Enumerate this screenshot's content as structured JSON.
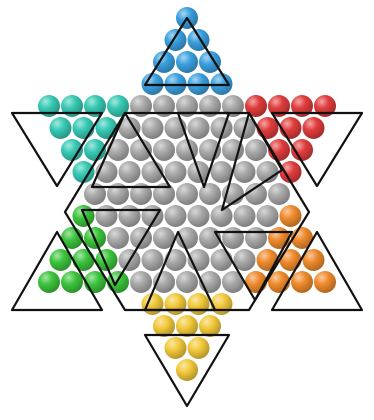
{
  "board": {
    "kind": "star-halma",
    "rows": [
      {
        "cells": [
          {
            "color": "blue"
          }
        ]
      },
      {
        "cells": [
          {
            "color": "blue"
          },
          {
            "color": "blue"
          }
        ]
      },
      {
        "cells": [
          {
            "color": "blue"
          },
          {
            "color": "blue"
          },
          {
            "color": "blue"
          }
        ]
      },
      {
        "cells": [
          {
            "color": "blue"
          },
          {
            "color": "blue"
          },
          {
            "color": "blue"
          },
          {
            "color": "blue"
          }
        ]
      },
      {
        "cells": [
          {
            "color": "teal"
          },
          {
            "color": "teal"
          },
          {
            "color": "teal"
          },
          {
            "color": "teal"
          },
          {
            "color": "grey"
          },
          {
            "color": "grey"
          },
          {
            "color": "grey"
          },
          {
            "color": "grey"
          },
          {
            "color": "grey"
          },
          {
            "color": "red"
          },
          {
            "color": "red"
          },
          {
            "color": "red"
          },
          {
            "color": "red"
          }
        ]
      },
      {
        "cells": [
          {
            "color": "teal"
          },
          {
            "color": "teal"
          },
          {
            "color": "teal"
          },
          {
            "color": "grey"
          },
          {
            "color": "grey"
          },
          {
            "color": "grey"
          },
          {
            "color": "grey"
          },
          {
            "color": "grey"
          },
          {
            "color": "grey"
          },
          {
            "color": "red"
          },
          {
            "color": "red"
          },
          {
            "color": "red"
          }
        ]
      },
      {
        "cells": [
          {
            "color": "teal"
          },
          {
            "color": "teal"
          },
          {
            "color": "grey"
          },
          {
            "color": "grey"
          },
          {
            "color": "grey"
          },
          {
            "color": "grey"
          },
          {
            "color": "grey"
          },
          {
            "color": "grey"
          },
          {
            "color": "grey"
          },
          {
            "color": "red"
          },
          {
            "color": "red"
          }
        ]
      },
      {
        "cells": [
          {
            "color": "teal"
          },
          {
            "color": "grey"
          },
          {
            "color": "grey"
          },
          {
            "color": "grey"
          },
          {
            "color": "grey"
          },
          {
            "color": "grey"
          },
          {
            "color": "grey"
          },
          {
            "color": "grey"
          },
          {
            "color": "grey"
          },
          {
            "color": "red"
          }
        ]
      },
      {
        "cells": [
          {
            "color": "grey"
          },
          {
            "color": "grey"
          },
          {
            "color": "grey"
          },
          {
            "color": "grey"
          },
          {
            "color": "grey"
          },
          {
            "color": "grey"
          },
          {
            "color": "grey"
          },
          {
            "color": "grey"
          },
          {
            "color": "grey"
          }
        ]
      },
      {
        "cells": [
          {
            "color": "green"
          },
          {
            "color": "grey"
          },
          {
            "color": "grey"
          },
          {
            "color": "grey"
          },
          {
            "color": "grey"
          },
          {
            "color": "grey"
          },
          {
            "color": "grey"
          },
          {
            "color": "grey"
          },
          {
            "color": "grey"
          },
          {
            "color": "orange"
          }
        ]
      },
      {
        "cells": [
          {
            "color": "green"
          },
          {
            "color": "green"
          },
          {
            "color": "grey"
          },
          {
            "color": "grey"
          },
          {
            "color": "grey"
          },
          {
            "color": "grey"
          },
          {
            "color": "grey"
          },
          {
            "color": "grey"
          },
          {
            "color": "grey"
          },
          {
            "color": "orange"
          },
          {
            "color": "orange"
          }
        ]
      },
      {
        "cells": [
          {
            "color": "green"
          },
          {
            "color": "green"
          },
          {
            "color": "green"
          },
          {
            "color": "grey"
          },
          {
            "color": "grey"
          },
          {
            "color": "grey"
          },
          {
            "color": "grey"
          },
          {
            "color": "grey"
          },
          {
            "color": "grey"
          },
          {
            "color": "orange"
          },
          {
            "color": "orange"
          },
          {
            "color": "orange"
          }
        ]
      },
      {
        "cells": [
          {
            "color": "green"
          },
          {
            "color": "green"
          },
          {
            "color": "green"
          },
          {
            "color": "green"
          },
          {
            "color": "grey"
          },
          {
            "color": "grey"
          },
          {
            "color": "grey"
          },
          {
            "color": "grey"
          },
          {
            "color": "grey"
          },
          {
            "color": "orange"
          },
          {
            "color": "orange"
          },
          {
            "color": "orange"
          },
          {
            "color": "orange"
          }
        ]
      },
      {
        "cells": [
          {
            "color": "yellow"
          },
          {
            "color": "yellow"
          },
          {
            "color": "yellow"
          },
          {
            "color": "yellow"
          }
        ]
      },
      {
        "cells": [
          {
            "color": "yellow"
          },
          {
            "color": "yellow"
          },
          {
            "color": "yellow"
          }
        ]
      },
      {
        "cells": [
          {
            "color": "yellow"
          },
          {
            "color": "yellow"
          }
        ]
      },
      {
        "cells": [
          {
            "color": "yellow"
          }
        ]
      }
    ]
  },
  "colors": {
    "blue": "#3ba0e0",
    "teal": "#36c9b4",
    "red": "#e03c3c",
    "green": "#3cc43c",
    "orange": "#ef8a2c",
    "yellow": "#f2c93a",
    "grey": "#a9a9a9",
    "outline": "#111111"
  }
}
